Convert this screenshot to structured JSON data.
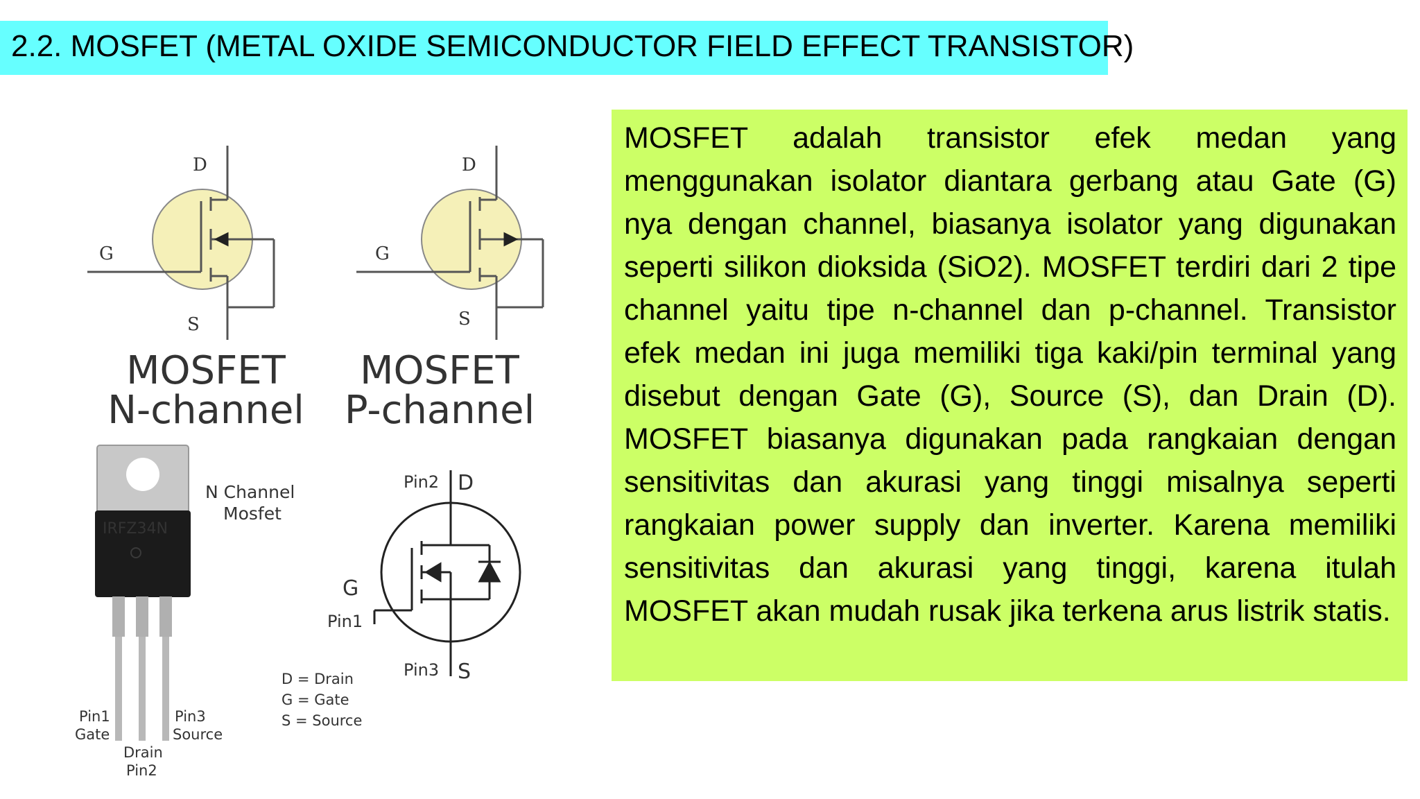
{
  "slide": {
    "title": "2.2. MOSFET (METAL OXIDE SEMICONDUCTOR FIELD EFFECT TRANSISTOR)",
    "description": "MOSFET adalah transistor efek medan yang menggunakan isolator diantara gerbang atau Gate (G) nya dengan channel, biasanya isolator yang digunakan seperti silikon dioksida (SiO2). MOSFET terdiri dari 2 tipe channel yaitu tipe n-channel dan p-channel. Transistor efek medan ini juga memiliki tiga kaki/pin terminal yang disebut dengan Gate (G), Source (S), dan Drain (D). MOSFET biasanya digunakan pada rangkaian dengan sensitivitas dan akurasi yang tinggi misalnya seperti rangkaian power supply dan inverter. Karena memiliki sensitivitas dan akurasi yang tinggi, karena itulah MOSFET akan mudah rusak jika terkena arus listrik statis."
  },
  "symbols": {
    "n": {
      "d": "D",
      "g": "G",
      "s": "S",
      "label1": "MOSFET",
      "label2": "N-channel"
    },
    "p": {
      "d": "D",
      "g": "G",
      "s": "S",
      "label1": "MOSFET",
      "label2": "P-channel"
    }
  },
  "package": {
    "marking": "IRFZ34N",
    "type_line1": "N Channel",
    "type_line2": "Mosfet",
    "pin1_line1": "Pin1",
    "pin1_line2": "Gate",
    "pin2_line1": "Drain",
    "pin2_line2": "Pin2",
    "pin3_line1": "Pin3",
    "pin3_line2": "Source"
  },
  "pinout": {
    "pin2": "Pin2",
    "d": "D",
    "g": "G",
    "pin1": "Pin1",
    "pin3": "Pin3",
    "s": "S",
    "legend_d": "D = Drain",
    "legend_g": "G = Gate",
    "legend_s": "S = Source"
  },
  "colors": {
    "title_bg": "#66ffff",
    "text_box_bg": "#ccff66",
    "symbol_fill": "#f5f0b8"
  },
  "icons": {
    "n_symbol": "mosfet-n-channel-symbol-icon",
    "p_symbol": "mosfet-p-channel-symbol-icon",
    "package": "to220-package-icon",
    "pinout": "mosfet-pinout-symbol-icon"
  }
}
